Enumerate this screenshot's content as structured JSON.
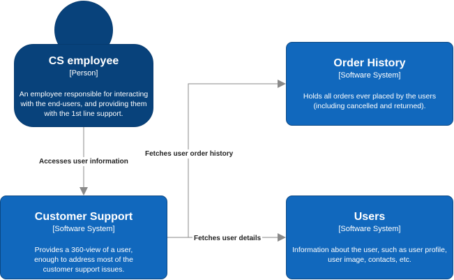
{
  "nodes": {
    "cs_employee": {
      "title": "CS employee",
      "stereotype": "[Person]",
      "description": "An employee responsible for interacting with the end-users, and providing them with the 1st line support."
    },
    "customer_support": {
      "title": "Customer Support",
      "stereotype": "[Software System]",
      "description": "Provides a 360-view of a user, enough to address most of the customer support issues."
    },
    "order_history": {
      "title": "Order History",
      "stereotype": "[Software System]",
      "description": "Holds all orders ever placed by the users (including cancelled and returned)."
    },
    "users": {
      "title": "Users",
      "stereotype": "[Software System]",
      "description": "Information about the user, such as user profile, user image, contacts, etc."
    }
  },
  "edges": {
    "accesses": "Accesses user information",
    "order_history": "Fetches user order history",
    "user_details": "Fetches user details"
  },
  "colors": {
    "person": "#08427b",
    "system": "#1168bd",
    "arrow": "#8a8a8a"
  }
}
